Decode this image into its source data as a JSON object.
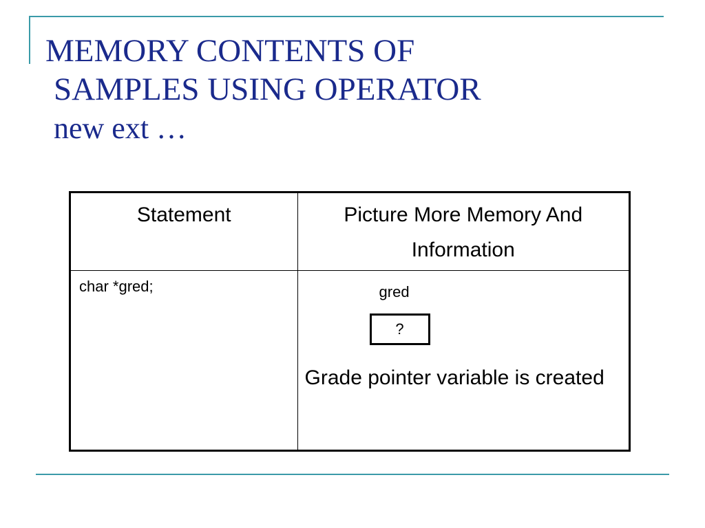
{
  "slide": {
    "title_line1": "MEMORY CONTENTS OF",
    "title_line2": "SAMPLES USING OPERATOR",
    "title_line3": "new ext …",
    "accent_color": "#1a2a8c",
    "frame_color": "#3a9aa8"
  },
  "table": {
    "headers": {
      "statement": "Statement",
      "picture": "Picture More Memory And Information"
    },
    "rows": [
      {
        "statement": "char *gred;",
        "variable_name": "gred",
        "variable_value": "?",
        "description": "Grade pointer variable is created"
      }
    ]
  }
}
